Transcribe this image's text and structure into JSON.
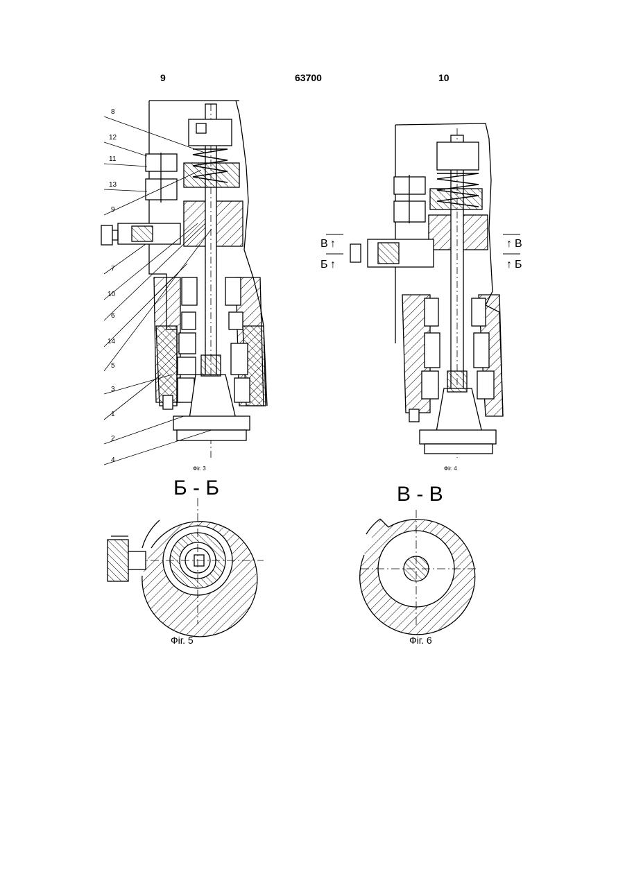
{
  "header": {
    "page_left": "9",
    "patent_number": "63700",
    "page_right": "10"
  },
  "fig3": {
    "caption": "Фіг. 3",
    "callouts": [
      "8",
      "12",
      "11",
      "13",
      "9",
      "7",
      "10",
      "6",
      "14",
      "5",
      "3",
      "1",
      "2",
      "4"
    ]
  },
  "fig4": {
    "caption": "Фіг. 4",
    "section_marks": {
      "left_upper": "В",
      "left_lower": "Б",
      "right_upper": "В",
      "right_lower": "Б"
    }
  },
  "fig5": {
    "section_title": "Б - Б",
    "caption": "Фіг. 5"
  },
  "fig6": {
    "section_title": "В - В",
    "caption": "Фіг. 6"
  }
}
